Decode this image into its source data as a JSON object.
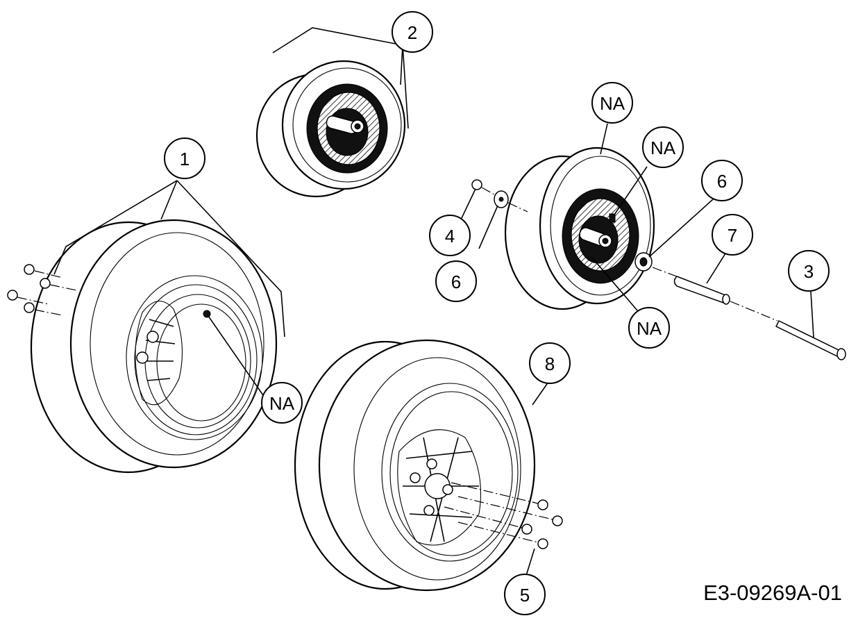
{
  "callouts": {
    "c1": "1",
    "c2": "2",
    "c3": "3",
    "c4": "4",
    "c5": "5",
    "c6a": "6",
    "c6b": "6",
    "c7": "7",
    "c8": "8",
    "na1": "NA",
    "na2": "NA",
    "na3": "NA",
    "na4": "NA"
  },
  "diagram_code": "E3-09269A-01"
}
